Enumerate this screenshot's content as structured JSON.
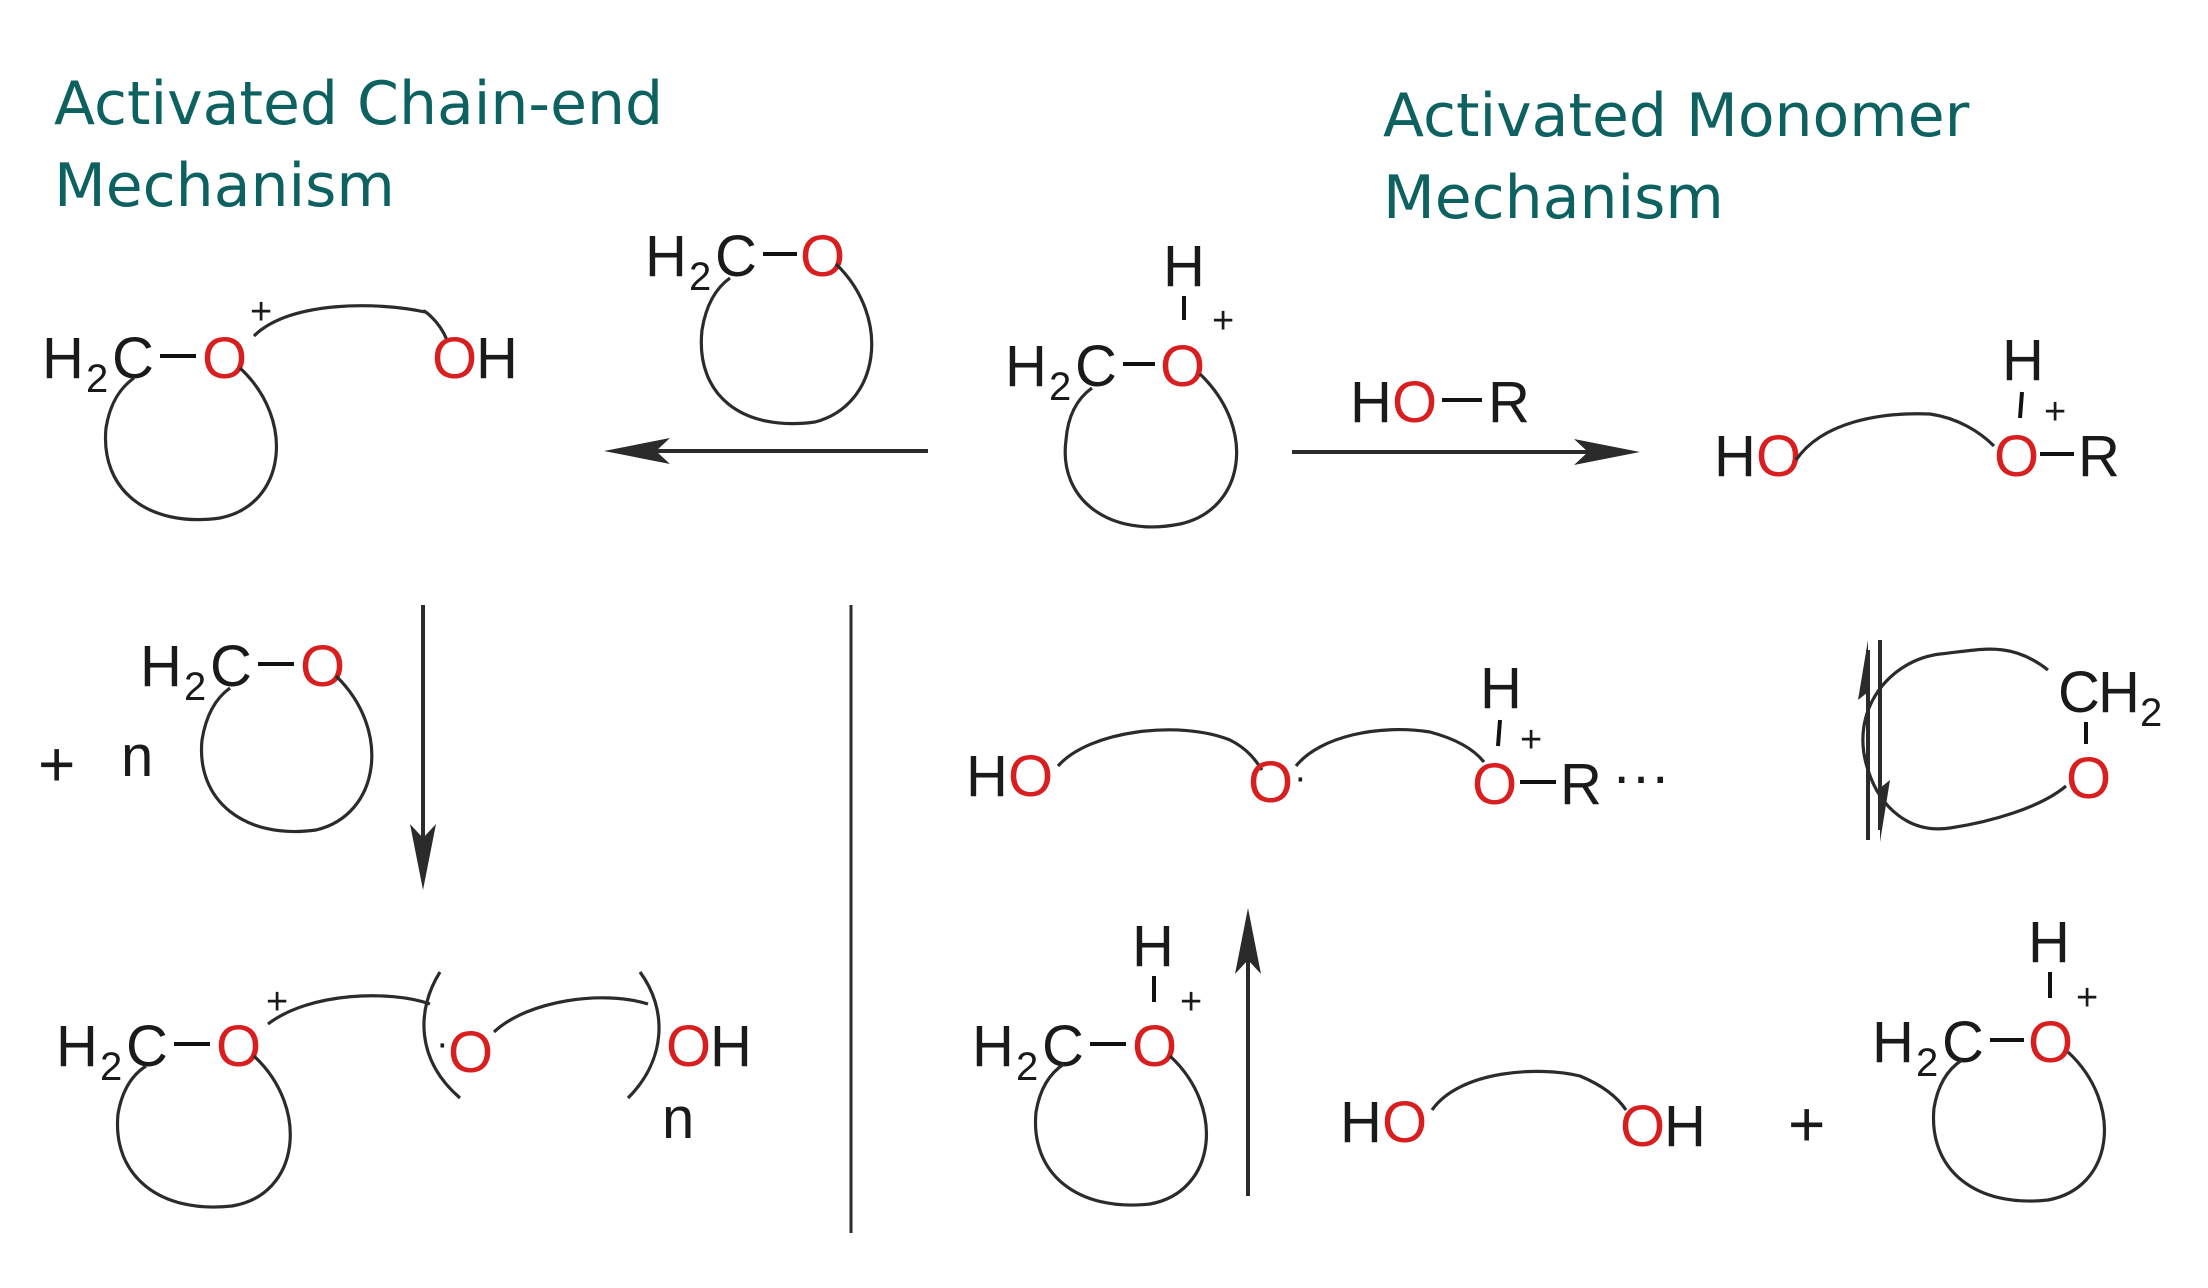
{
  "headings": {
    "left_line1": "Activated Chain-end",
    "left_line2": "Mechanism",
    "right_line1": "Activated Monomer",
    "right_line2": "Mechanism"
  },
  "labels": {
    "H": "H",
    "C": "C",
    "O": "O",
    "R": "R",
    "n": "n",
    "sub2": "2",
    "plus": "+",
    "dot": "·",
    "ellipsis": "···"
  },
  "colors": {
    "heading": "#0d6160",
    "oxygen": "#d81e1e",
    "text": "#1a1a1a",
    "line": "#2b2b2b"
  }
}
